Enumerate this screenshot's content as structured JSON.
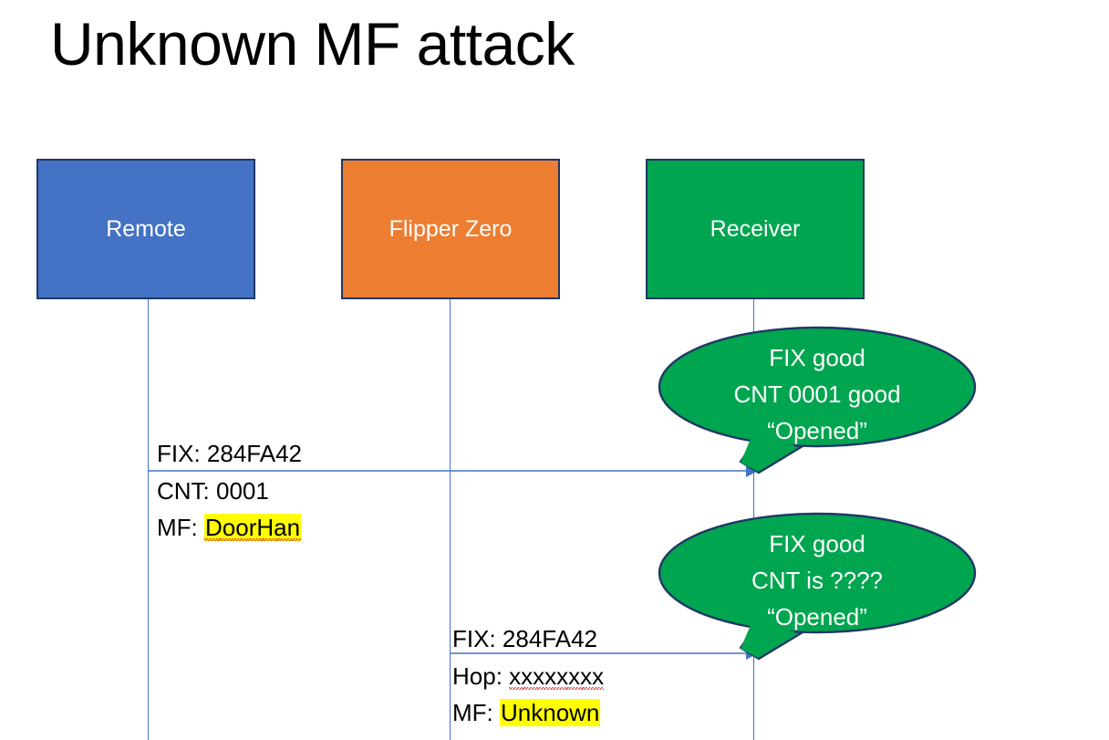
{
  "slide": {
    "title": "Unknown MF attack",
    "background_color": "#FFFFFF"
  },
  "colors": {
    "remote_fill": "#4472C4",
    "flipper_fill": "#ED7D31",
    "receiver_fill": "#00A550",
    "box_border": "#1F3864",
    "lifeline": "#4472C4",
    "arrow": "#4472C4",
    "bubble_fill": "#00A550",
    "bubble_border": "#1F3864",
    "highlight": "#FFFF00",
    "spellcheck_underline": "#E03030",
    "text_dark": "#000000",
    "text_light": "#FFFFFF"
  },
  "actors": [
    {
      "id": "remote",
      "label": "Remote"
    },
    {
      "id": "flipper",
      "label": "Flipper Zero"
    },
    {
      "id": "receiver",
      "label": "Receiver"
    }
  ],
  "messages": [
    {
      "id": "remote-to-receiver",
      "from": "remote",
      "to": "receiver",
      "line_above": "FIX: 284FA42",
      "lines_below": [
        {
          "text": "CNT: 0001",
          "highlight": null,
          "squiggle": false
        },
        {
          "prefix": "MF: ",
          "highlight": "DoorHan",
          "squiggle": true
        }
      ]
    },
    {
      "id": "flipper-to-receiver",
      "from": "flipper",
      "to": "receiver",
      "line_above": "FIX: 284FA42",
      "lines_below": [
        {
          "prefix": "Hop: ",
          "text": "xxxxxxxx",
          "highlight": null,
          "squiggle": true
        },
        {
          "prefix": "MF: ",
          "highlight": "Unknown",
          "squiggle": false
        }
      ]
    }
  ],
  "bubbles": [
    {
      "id": "receiver-response-1",
      "line1": "FIX good",
      "line2": "CNT 0001 good",
      "line3": "“Opened”"
    },
    {
      "id": "receiver-response-2",
      "line1": "FIX good",
      "line2": "CNT is ????",
      "line3": "“Opened”"
    }
  ]
}
